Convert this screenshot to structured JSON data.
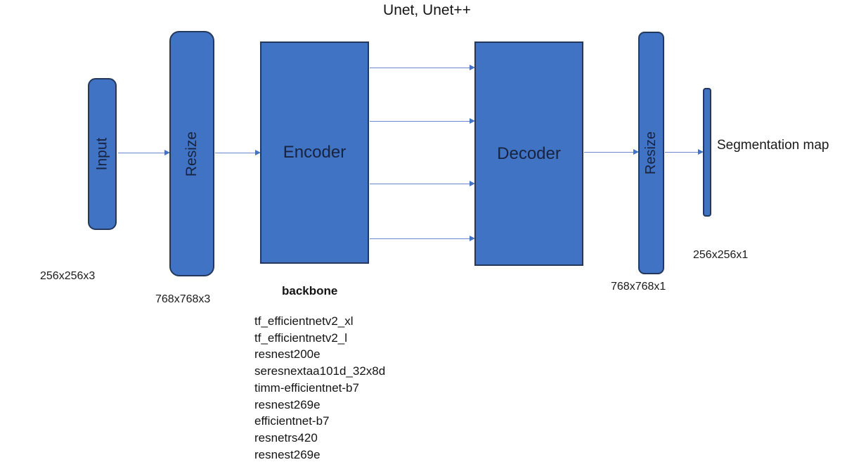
{
  "title": "Unet, Unet++",
  "nodes": {
    "input": {
      "label": "Input",
      "dim": "256x256x3"
    },
    "resize_in": {
      "label": "Resize",
      "dim": "768x768x3"
    },
    "encoder": {
      "label": "Encoder"
    },
    "decoder": {
      "label": "Decoder"
    },
    "resize_out": {
      "label": "Resize",
      "dim": "768x768x1"
    },
    "segmentation": {
      "label": "Segmentation map",
      "dim": "256x256x1"
    }
  },
  "backbone": {
    "heading": "backbone",
    "items": [
      "tf_efficientnetv2_xl",
      "tf_efficientnetv2_l",
      "resnest200e",
      "seresnextaa101d_32x8d",
      "timm-efficientnet-b7",
      "resnest269e",
      "efficientnet-b7",
      "resnetrs420",
      "resnest269e"
    ]
  },
  "colors": {
    "box_fill": "#4173c4",
    "box_border": "#24385c",
    "arrow_line": "#6b86ce",
    "arrow_head": "#4472c4"
  }
}
